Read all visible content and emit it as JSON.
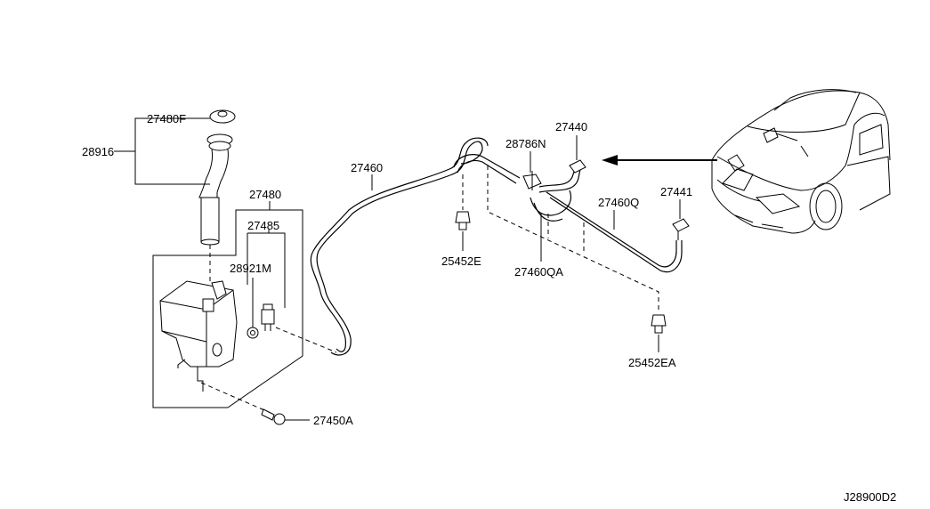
{
  "diagram_id": "J28900D2",
  "labels": {
    "cap": "27480F",
    "filler_neck": "28916",
    "tank_assy": "27480",
    "pump": "27485",
    "grommet": "28921M",
    "hose_main": "27460",
    "check_valve": "28786N",
    "nozzle_right": "27440",
    "hose_q": "27460Q",
    "nozzle_left": "27441",
    "clip_e": "25452E",
    "hose_qa": "27460QA",
    "clip_ea": "25452EA",
    "bolt": "27450A"
  },
  "icons": {
    "car": "car-front-icon",
    "arrow": "arrow-left-icon"
  }
}
